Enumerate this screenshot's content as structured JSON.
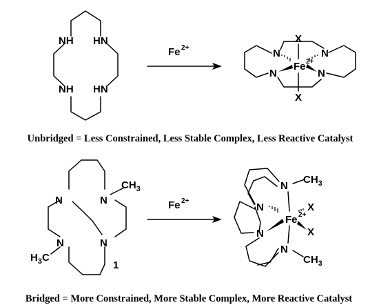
{
  "reaction_1": {
    "reactant_atoms": [
      "NH",
      "HN",
      "NH",
      "HN"
    ],
    "reagent": {
      "label": "Fe",
      "charge": "2+"
    },
    "product_atoms": {
      "metal": "Fe",
      "charge": "2+",
      "ligand_top": "X",
      "ligand_bottom": "X",
      "nitrogens": [
        "N",
        "N",
        "N",
        "N"
      ]
    },
    "caption": "Unbridged = Less Constrained, Less Stable Complex, Less Reactive Catalyst"
  },
  "reaction_2": {
    "reactant_atoms": [
      "N",
      "N",
      "N",
      "N"
    ],
    "reactant_methyl_top": "CH",
    "reactant_methyl_top_sub": "3",
    "reactant_methyl_bottom": "H",
    "reactant_methyl_bottom_sub": "3",
    "reactant_methyl_bottom_c": "C",
    "compound_number": "1",
    "reagent": {
      "label": "Fe",
      "charge": "2+"
    },
    "product_atoms": {
      "metal": "Fe",
      "charge": "2+",
      "ligand_1": "X",
      "ligand_2": "X",
      "nitrogens": [
        "N",
        "N",
        "N",
        "N"
      ],
      "methyl_top": "CH",
      "methyl_top_sub": "3",
      "methyl_bottom": "CH",
      "methyl_bottom_sub": "3"
    },
    "caption": "Bridged = More Constrained, More Stable Complex, More Reactive Catalyst"
  }
}
